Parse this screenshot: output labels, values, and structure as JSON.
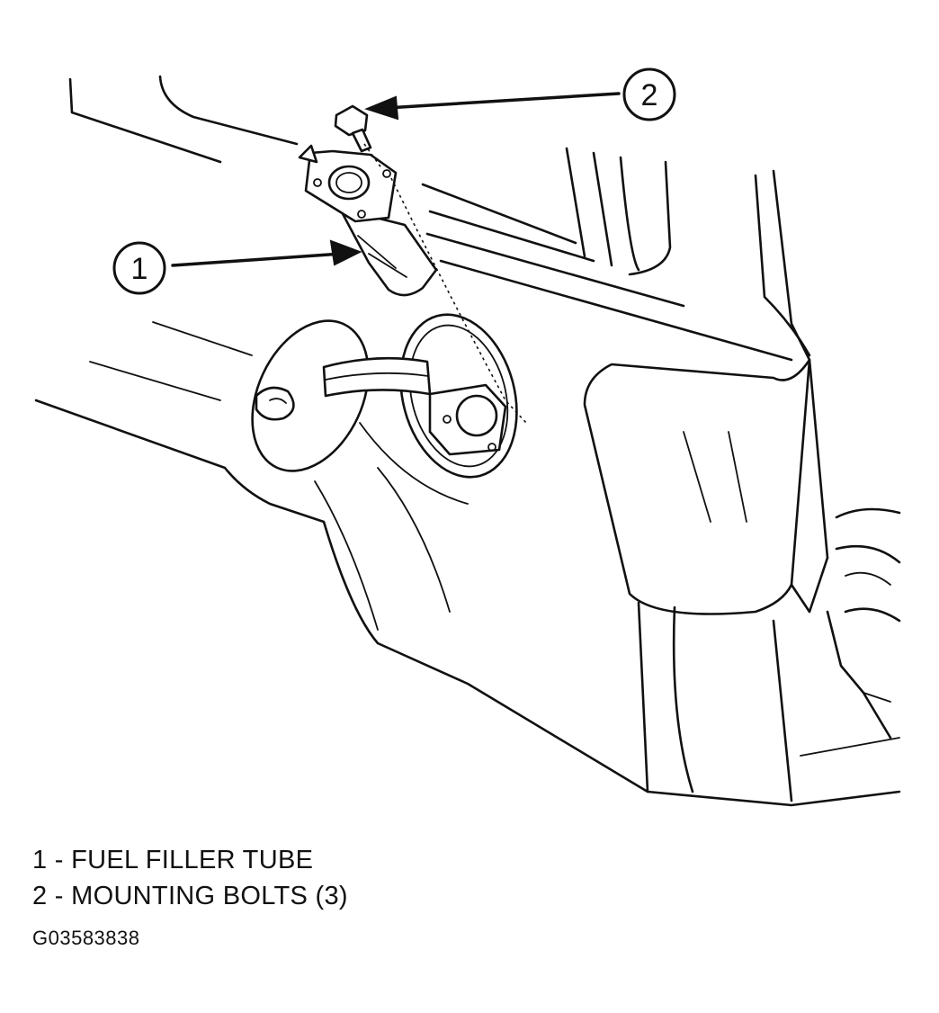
{
  "callouts": [
    {
      "number": "1",
      "target": "fuel-filler-tube"
    },
    {
      "number": "2",
      "target": "mounting-bolt"
    }
  ],
  "legend": [
    {
      "number": "1",
      "separator": "-",
      "text": "FUEL FILLER TUBE"
    },
    {
      "number": "2",
      "separator": "-",
      "text": "MOUNTING BOLTS (3)"
    }
  ],
  "figure_id": "G03583838"
}
